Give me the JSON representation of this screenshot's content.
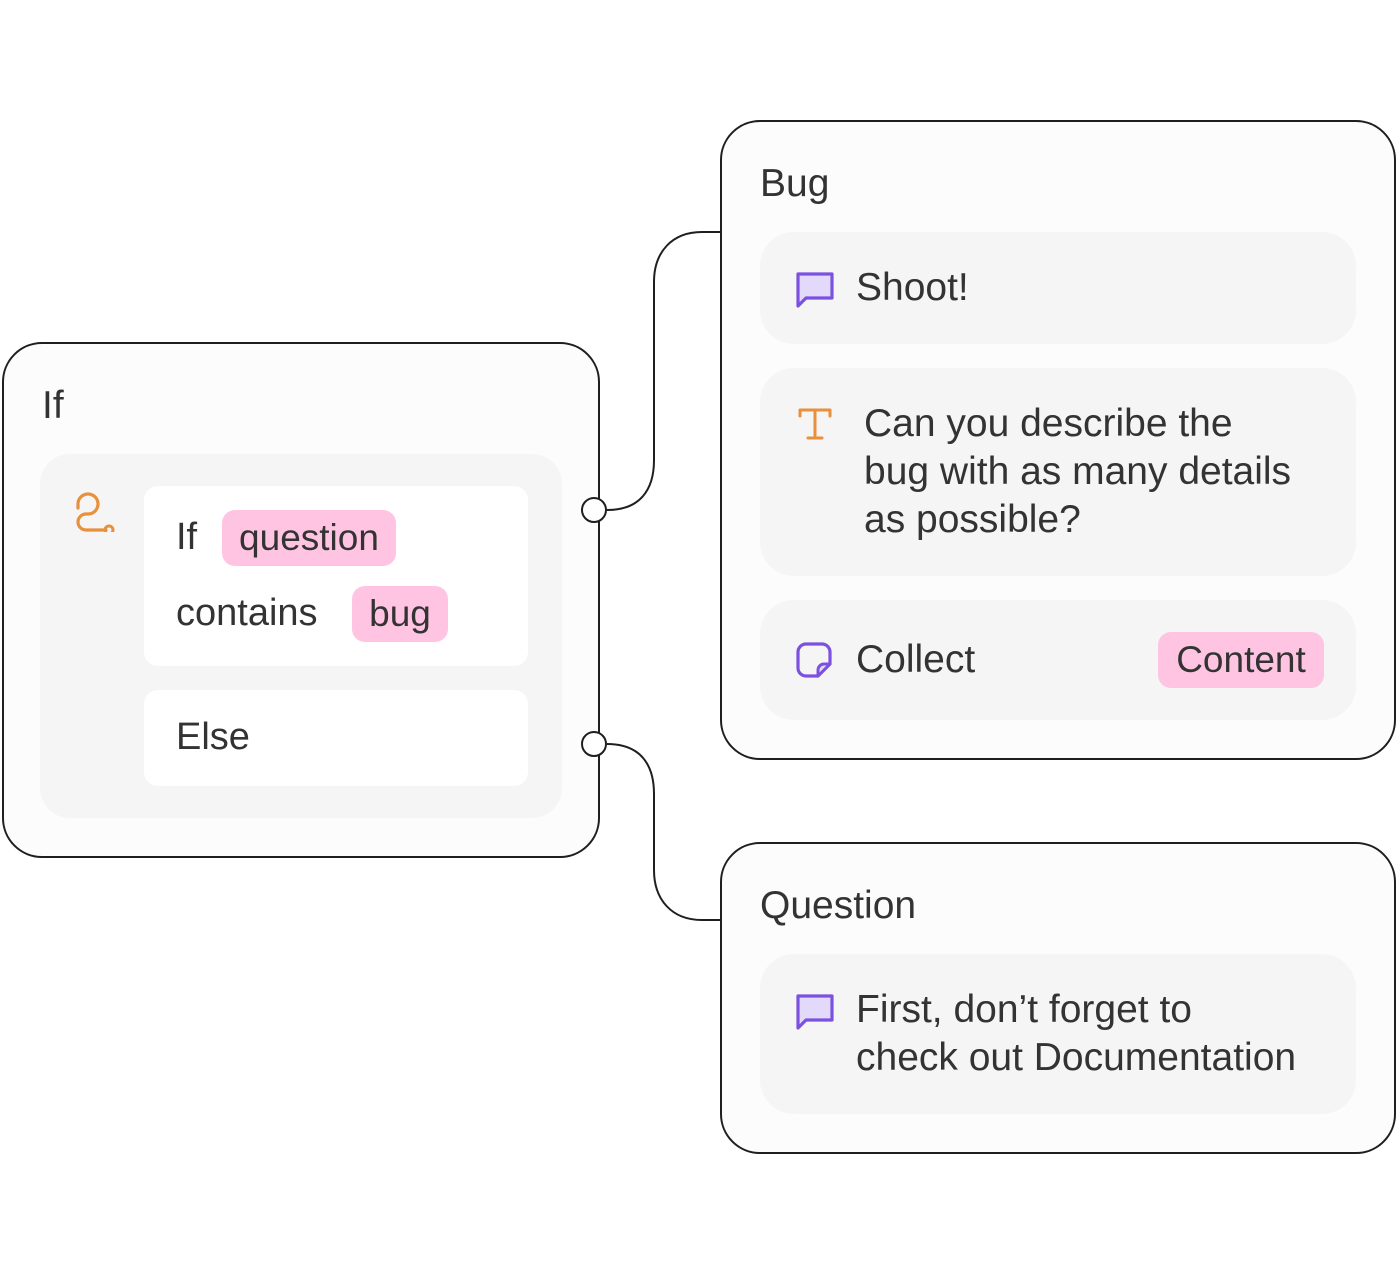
{
  "if_card": {
    "title": "If",
    "condition": {
      "keyword": "If",
      "variable": "question",
      "operator": "contains",
      "value": "bug"
    },
    "else_label": "Else"
  },
  "bug_card": {
    "title": "Bug",
    "steps": [
      {
        "icon": "chat-bubble-icon",
        "text": "Shoot!"
      },
      {
        "icon": "text-input-icon",
        "text_lines": [
          "Can you describe the",
          "bug with as many details",
          "as possible?"
        ]
      },
      {
        "icon": "collect-note-icon",
        "text": "Collect",
        "tag": "Content"
      }
    ]
  },
  "question_card": {
    "title": "Question",
    "steps": [
      {
        "icon": "chat-bubble-icon",
        "text_lines": [
          "First, don’t forget to",
          "check out Documentation"
        ]
      }
    ]
  },
  "colors": {
    "border": "#1f1f22",
    "card_bg": "#fcfcfc",
    "step_bg": "#f5f5f5",
    "pill_bg": "#ffc4e2",
    "icon_purple": "#7b52e0",
    "icon_purple_fill": "#e3d9fb",
    "icon_orange": "#e8903c"
  }
}
